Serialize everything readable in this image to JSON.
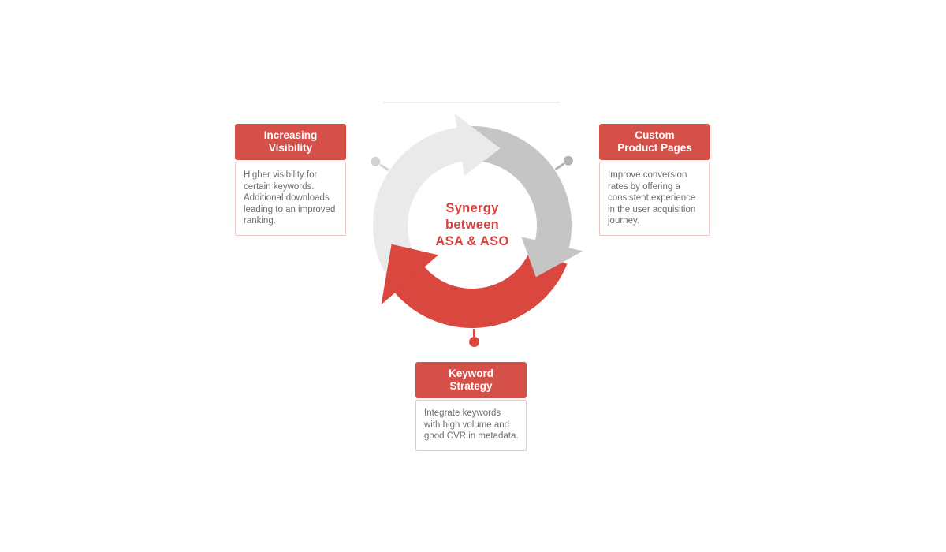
{
  "center": {
    "lines": [
      "Synergy",
      "between",
      "ASA & ASO"
    ]
  },
  "cards": [
    {
      "title_line1": "Increasing",
      "title_line2": "Visibility",
      "body": "Higher visibility for certain keywords. Additional downloads leading to an improved ranking."
    },
    {
      "title_line1": "Custom",
      "title_line2": "Product Pages",
      "body": "Improve conversion rates by offering a consistent experience in the user acquisition journey."
    },
    {
      "title_line1": "Keyword",
      "title_line2": "Strategy",
      "body": "Integrate keywords with high volume and good CVR in metadata."
    }
  ],
  "colors": {
    "accent_red": "#d9473f",
    "header_red": "#d6504a",
    "title_red": "#d5433c",
    "light_gray": "#eaeaea",
    "mid_gray": "#c5c5c5",
    "dot_light": "#d2d2d2",
    "dot_mid": "#b3b3b3",
    "card_border": "#edc4c1",
    "body_text": "#6d6d6d"
  }
}
